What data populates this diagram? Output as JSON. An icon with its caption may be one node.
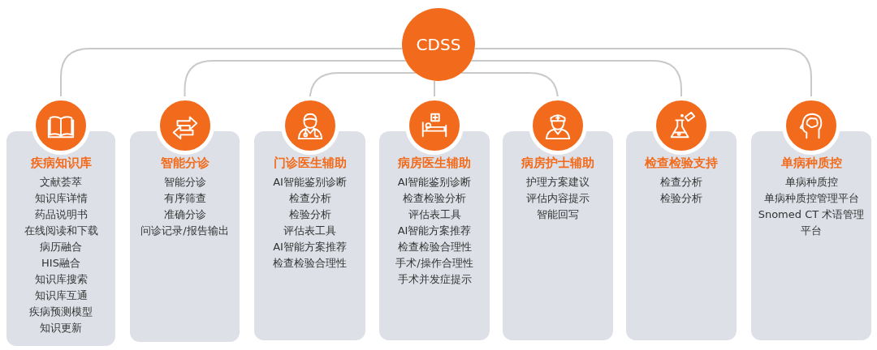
{
  "diagram": {
    "nodes": [
      {
        "text": [
          "CDSS"
        ]
      },
      {
        "text": [],
        "shape": "circle"
      },
      {
        "text": [
          "疾病知识库",
          "文献荟萃",
          "知识库详情",
          "药品说明书",
          "在线阅读和下载",
          "病历融合",
          "HIS融合",
          "知识库搜索",
          "知识库互通",
          "疾病预测模型",
          "知识更新"
        ]
      },
      {
        "text": [],
        "shape": "circle"
      },
      {
        "text": [
          "智能分诊",
          "智能分诊",
          "有序筛查",
          "准确分诊",
          "问诊记录/报告输出"
        ]
      },
      {
        "text": [],
        "shape": "circle"
      },
      {
        "text": [
          "门诊医生辅助",
          "AI智能鉴别诊断",
          "检查分析",
          "检验分析",
          "评估表工具",
          "AI智能方案推荐",
          "检查检验合理性"
        ]
      },
      {
        "text": [],
        "shape": "circle"
      },
      {
        "text": [
          "病房医生辅助",
          "AI智能鉴别诊断",
          "检查检验分析",
          "评估表工具",
          "AI智能方案推荐",
          "检查检验合理性",
          "手术/操作合理性",
          "手术并发症提示"
        ]
      },
      {
        "text": [],
        "shape": "circle"
      },
      {
        "text": [
          "病房护士辅助",
          "护理方案建议",
          "评估内容提示",
          "智能回写"
        ]
      },
      {
        "text": [],
        "shape": "circle"
      },
      {
        "text": [
          "检查检验支持",
          "检查分析",
          "检验分析"
        ]
      },
      {
        "text": [],
        "shape": "circle"
      },
      {
        "text": [
          "单病种质控",
          "单病种质控",
          "单病种质控管理平台",
          "Snomed CT 术语管理平台"
        ]
      }
    ],
    "edges": [
      {
        "from": 0,
        "to": 1,
        "arrow": "none"
      },
      {
        "from": 0,
        "to": 3,
        "arrow": "none"
      },
      {
        "from": 0,
        "to": 5,
        "arrow": "none"
      },
      {
        "from": 0,
        "to": 7,
        "arrow": "none"
      },
      {
        "from": 0,
        "to": 9,
        "arrow": "none"
      },
      {
        "from": 0,
        "to": 11,
        "arrow": "none"
      },
      {
        "from": 0,
        "to": 13,
        "arrow": "none"
      }
    ]
  }
}
